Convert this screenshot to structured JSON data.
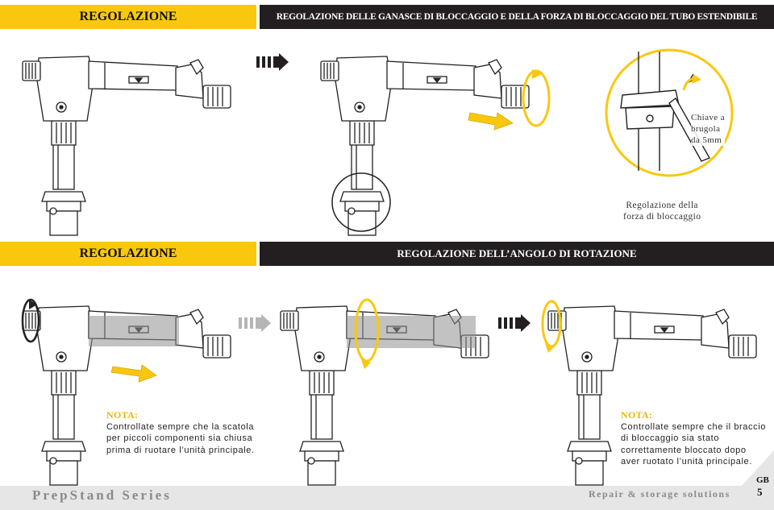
{
  "section1": {
    "tag": "REGOLAZIONE",
    "title": "REGOLAZIONE DELLE GANASCE DI BLOCCAGGIO E DELLA  FORZA DI BLOCCAGGIO DEL TUBO ESTENDIBILE",
    "wrench_label": [
      "Chiave a",
      "brugola",
      "da 5mm"
    ],
    "caption": [
      "Regolazione della",
      "forza di bloccaggio"
    ]
  },
  "section2": {
    "tag": "REGOLAZIONE",
    "title": "REGOLAZIONE DELL’ANGOLO DI ROTAZIONE",
    "note_left": {
      "heading": "NOTA:",
      "lines": [
        "Controllate sempre che la scatola",
        "per piccoli componenti sia chiusa",
        "prima di ruotare l’unità principale."
      ]
    },
    "note_right": {
      "heading": "NOTA:",
      "lines": [
        "Controllate sempre che il braccio",
        "di bloccaggio sia stato",
        "correttamente bloccato dopo",
        "aver ruotato l’unità principale."
      ]
    }
  },
  "footer": {
    "series": "PrepStand Series",
    "tagline": "Repair & storage solutions",
    "lang": "GB",
    "page": "5"
  },
  "colors": {
    "accent": "#f9c80e",
    "dark": "#231f20",
    "arrow_gray": "#b5b5b5"
  },
  "icons": [
    "step-arrow-icon",
    "push-arrow-icon",
    "rotate-arrow-icon"
  ]
}
